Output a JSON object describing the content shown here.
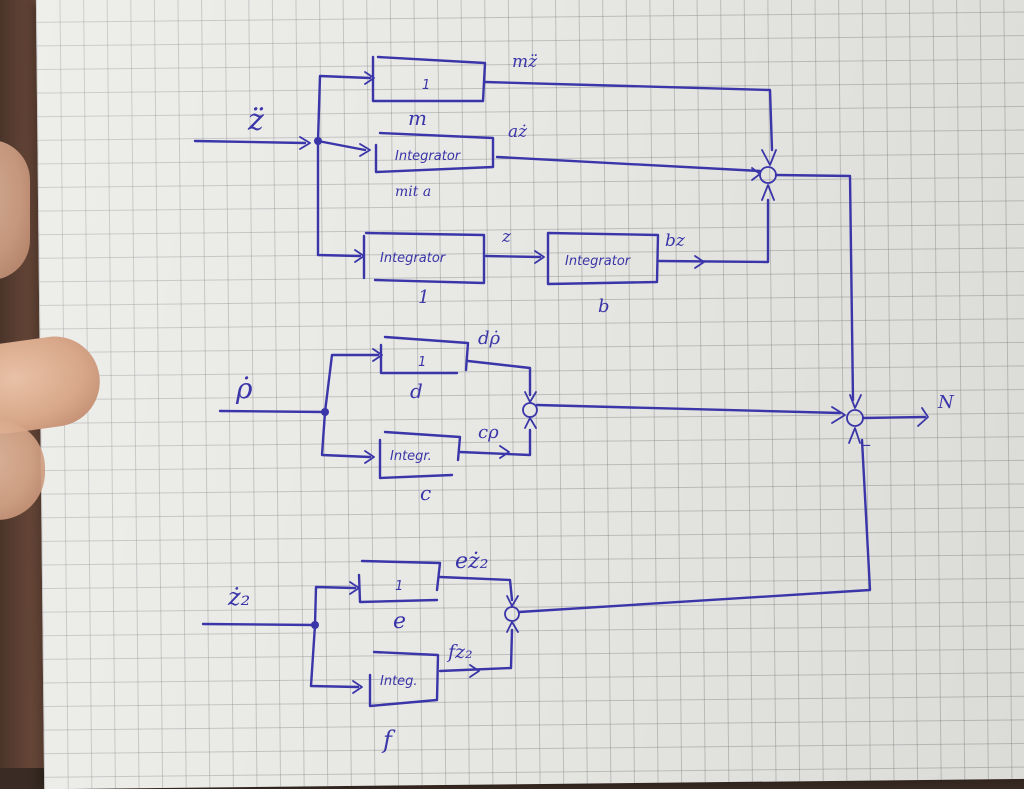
{
  "diagram": {
    "type": "block-diagram",
    "medium": "hand-drawn on graph paper",
    "ink_color": "#3a35a8",
    "paper_color": "#e8e8e4",
    "inputs": {
      "z_dd": "z̈",
      "rho_d": "ρ̇",
      "z2_d": "ż₂"
    },
    "top_group": {
      "block_1": {
        "content": "1",
        "label_below": "m",
        "output": "mz̈"
      },
      "block_2": {
        "content": "Integrator",
        "label_below": "mit a",
        "output": "aż"
      },
      "block_3": {
        "content": "Integrator",
        "label_below": "1",
        "output": "z"
      },
      "block_4": {
        "content": "Integrator",
        "label_below": "b",
        "output": "bz"
      }
    },
    "middle_group": {
      "block_1": {
        "content": "1",
        "label_below": "d",
        "output": "dρ̇"
      },
      "block_2": {
        "content": "Integr.",
        "label_below": "c",
        "output": "cρ"
      }
    },
    "bottom_group": {
      "block_1": {
        "content": "1",
        "label_below": "e",
        "output": "eż₂"
      },
      "block_2": {
        "content": "Integ.",
        "label_below": "f",
        "output": "fz₂"
      }
    },
    "final_sum": {
      "minus_sign": "–",
      "output": "N"
    }
  }
}
